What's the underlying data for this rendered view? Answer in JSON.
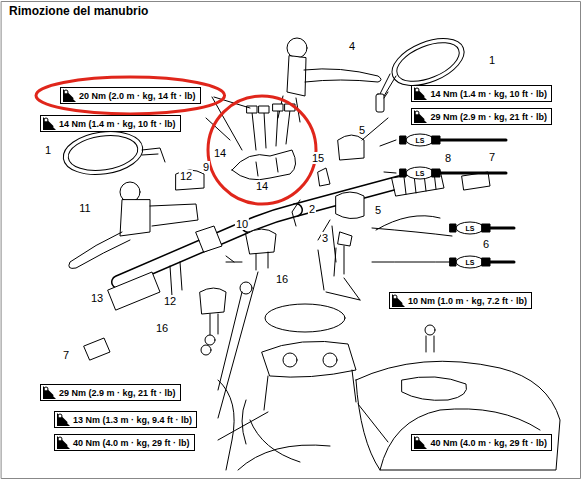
{
  "diagram": {
    "title": "Rimozione del manubrio",
    "nodes": [
      {
        "text": [
          "20 Nm (2.0 m · kg, 14 ft · lb)"
        ]
      },
      {
        "text": [
          "14 Nm (1.4 m · kg, 10 ft · lb)"
        ]
      },
      {
        "text": [
          "14 Nm (1.4 m · kg, 10 ft · lb)"
        ]
      },
      {
        "text": [
          "29 Nm (2.9 m · kg, 21 ft · lb)"
        ]
      },
      {
        "text": [
          "10 Nm (1.0 m · kg, 7.2 ft · lb)"
        ]
      },
      {
        "text": [
          "29 Nm (2.9 m · kg, 21 ft · lb)"
        ]
      },
      {
        "text": [
          "13 Nm (1.3 m · kg, 9.4 ft · lb)"
        ]
      },
      {
        "text": [
          "40 Nm (4.0 m · kg, 29 ft · lb)"
        ]
      },
      {
        "text": [
          "40 Nm (4.0 m · kg, 29 ft · lb)"
        ]
      }
    ],
    "labels": [
      "1",
      "4",
      "1",
      "14",
      "9",
      "14",
      "5",
      "15",
      "LS",
      "LS",
      "8",
      "7",
      "12",
      "11",
      "2",
      "5",
      "10",
      "3",
      "LS",
      "6",
      "LS",
      "13",
      "12",
      "16",
      "16",
      "7"
    ]
  }
}
